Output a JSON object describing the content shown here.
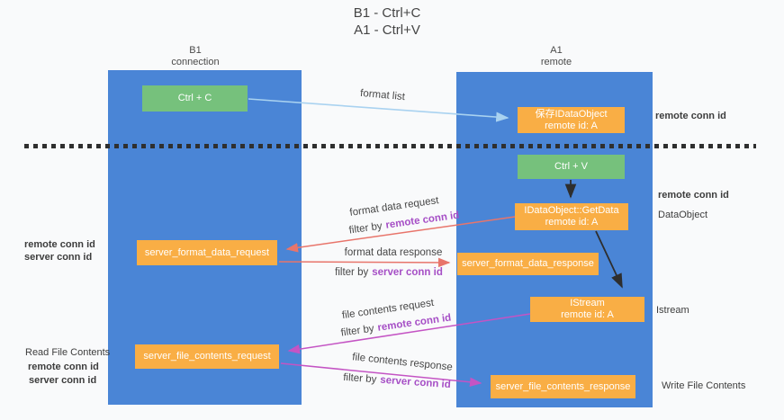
{
  "colors": {
    "lane_blue": "#4a85d6",
    "node_orange": "#f9ae45",
    "node_green": "#76c17c",
    "arrow_lightblue": "#a9d2f0",
    "arrow_red": "#e8756b",
    "arrow_magenta": "#c454c4",
    "arrow_black": "#2e2e2e",
    "text_purple": "#a64fc6",
    "text_green": "#55b35b",
    "text_dark": "#3d3d3d"
  },
  "title": {
    "line1": "B1 - Ctrl+C",
    "line2": "A1 - Ctrl+V"
  },
  "lanes": {
    "left": {
      "title": "B1",
      "subtitle": "connection"
    },
    "right": {
      "title": "A1",
      "subtitle": "remote"
    }
  },
  "nodes": {
    "ctrl_c": {
      "label": "Ctrl + C"
    },
    "save_idataobject": {
      "line1": "保存IDataObject",
      "line2": "remote id: A"
    },
    "ctrl_v": {
      "label": "Ctrl + V"
    },
    "getdata": {
      "line1": "IDataObject::GetData",
      "line2": "remote id: A"
    },
    "format_request": {
      "label": "server_format_data_request"
    },
    "format_response": {
      "label": "server_format_data_response"
    },
    "istream": {
      "line1": "IStream",
      "line2": "remote id: A"
    },
    "file_request": {
      "label": "server_file_contents_request"
    },
    "file_response": {
      "label": "server_file_contents_response"
    }
  },
  "annotations": {
    "remote_conn_id_top": "remote conn id",
    "remote_conn_id_mid": "remote conn id",
    "dataobject": "DataObject",
    "istream_side": "Istream",
    "write_file_contents": "Write File Contents",
    "read_file_contents": "Read File Contents",
    "left_mid_purple": "remote conn id",
    "left_mid_green": "server conn id",
    "left_bottom_purple": "remote conn id",
    "left_bottom_green": "server conn id"
  },
  "arrow_labels": {
    "format_list": "format list",
    "format_data_request": "format data request",
    "format_data_response": "format data response",
    "file_contents_request": "file contents request",
    "file_contents_response": "file contents response",
    "filter_by": "filter by",
    "remote_conn_id": "remote conn id",
    "server_conn_id": "server conn id"
  }
}
